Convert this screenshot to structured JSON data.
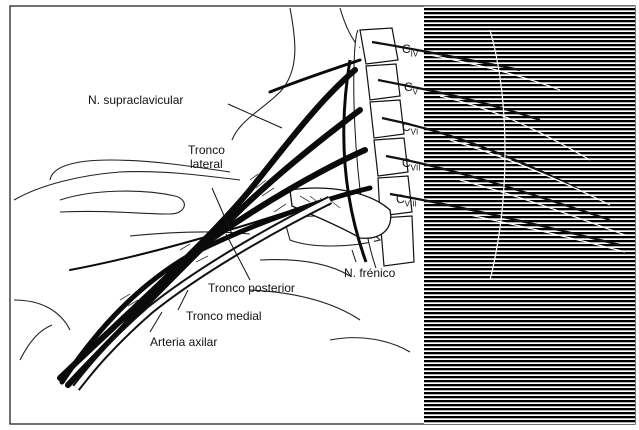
{
  "labels": {
    "supraclavicular": "N. supraclavicular",
    "tronco_lateral_1": "Tronco",
    "tronco_lateral_2": "lateral",
    "tronco_posterior": "Tronco posterior",
    "tronco_medial": "Tronco medial",
    "arteria_axilar": "Arteria axilar",
    "frenico": "N. frénico"
  },
  "vertebrae": [
    {
      "base": "C",
      "sub": "IV"
    },
    {
      "base": "C",
      "sub": "V"
    },
    {
      "base": "C",
      "sub": "VI"
    },
    {
      "base": "C",
      "sub": "VII"
    },
    {
      "base": "C",
      "sub": "VIII"
    }
  ],
  "colors": {
    "ink": "#111111",
    "paper": "#ffffff",
    "muscle_stripe": "#000000"
  }
}
